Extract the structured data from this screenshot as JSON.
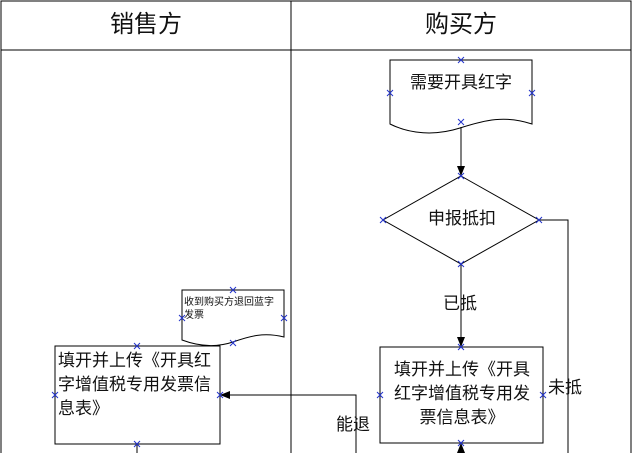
{
  "lanes": {
    "seller": "销售方",
    "buyer": "购买方"
  },
  "nodes": {
    "need_red_invoice": "需要开具红字",
    "declare_deduction": "申报抵扣",
    "buyer_fill_upload": "填开并上传《开具红字增值税专用发票信息表》",
    "seller_fill_upload": "填开并上传《开具红字增值税专用发票信息表》",
    "receive_returned_blue": "收到购买方退回蓝字发票"
  },
  "edge_labels": {
    "deducted": "已抵",
    "not_deducted": "未抵",
    "can_return": "能退"
  }
}
